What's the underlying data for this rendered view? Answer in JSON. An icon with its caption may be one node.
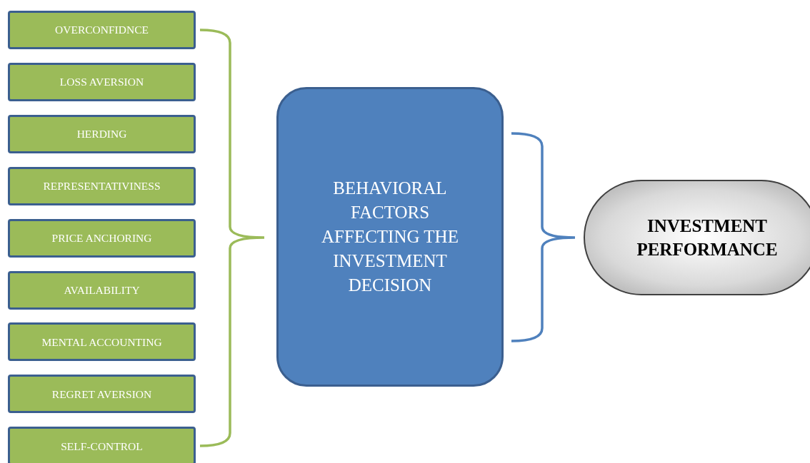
{
  "diagram": {
    "nodes": [
      {
        "text": [
          "OVERCONFIDNCE"
        ]
      },
      {
        "text": [
          "LOSS AVERSION"
        ]
      },
      {
        "text": [
          "HERDING"
        ]
      },
      {
        "text": [
          "REPRESENTATIVINESS"
        ]
      },
      {
        "text": [
          "PRICE ANCHORING"
        ]
      },
      {
        "text": [
          "AVAILABILITY"
        ]
      },
      {
        "text": [
          "MENTAL ACCOUNTING"
        ]
      },
      {
        "text": [
          "REGRET AVERSION"
        ]
      },
      {
        "text": [
          "SELF-CONTROL"
        ]
      },
      {
        "text": [
          "BEHAVIORAL FACTORS AFFECTING THE INVESTMENT DECISION"
        ]
      },
      {
        "text": [
          "INVESTMENT PERFORMANCE"
        ]
      }
    ]
  }
}
